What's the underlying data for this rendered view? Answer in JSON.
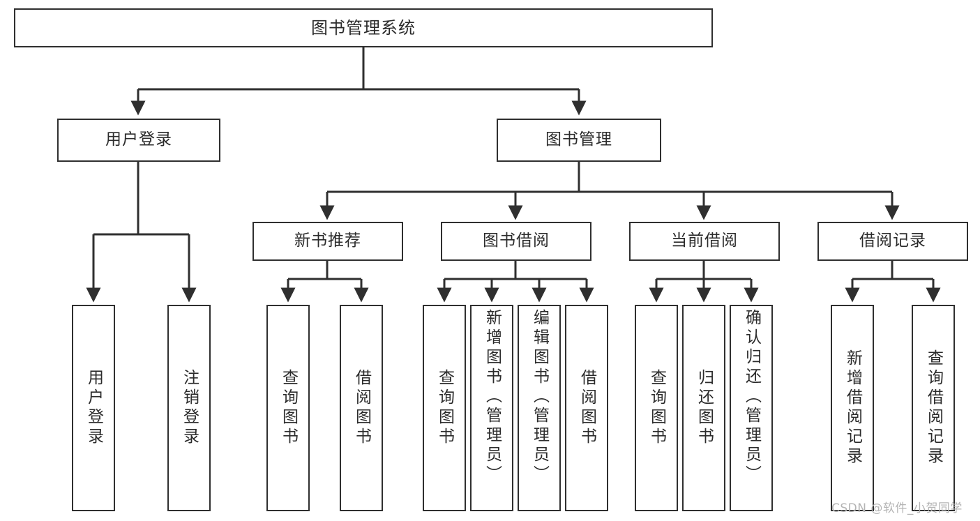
{
  "diagram": {
    "title": "图书管理系统",
    "type": "功能结构图",
    "stroke_color": "#2f2f2f",
    "text_color": "#2b2b2b",
    "background_color": "#ffffff",
    "root": {
      "label": "图书管理系统"
    },
    "level2": [
      {
        "id": "user-login",
        "label": "用户登录"
      },
      {
        "id": "book-manage",
        "label": "图书管理"
      }
    ],
    "level3": [
      {
        "id": "new-book-recommend",
        "label": "新书推荐",
        "parent": "book-manage"
      },
      {
        "id": "book-borrow",
        "label": "图书借阅",
        "parent": "book-manage"
      },
      {
        "id": "current-borrow",
        "label": "当前借阅",
        "parent": "book-manage"
      },
      {
        "id": "borrow-record",
        "label": "借阅记录",
        "parent": "book-manage"
      }
    ],
    "leaves": {
      "user-login": [
        {
          "id": "leaf-user-login",
          "label": "用户登录"
        },
        {
          "id": "leaf-logout",
          "label": "注销登录"
        }
      ],
      "new-book-recommend": [
        {
          "id": "leaf-query-book-1",
          "label": "查询图书"
        },
        {
          "id": "leaf-borrow-book-1",
          "label": "借阅图书"
        }
      ],
      "book-borrow": [
        {
          "id": "leaf-query-book-2",
          "label": "查询图书"
        },
        {
          "id": "leaf-add-book",
          "label": "新增图书（管理员）"
        },
        {
          "id": "leaf-edit-book",
          "label": "编辑图书（管理员）"
        },
        {
          "id": "leaf-borrow-book-2",
          "label": "借阅图书"
        }
      ],
      "current-borrow": [
        {
          "id": "leaf-query-book-3",
          "label": "查询图书"
        },
        {
          "id": "leaf-return-book",
          "label": "归还图书"
        },
        {
          "id": "leaf-confirm-return",
          "label": "确认归还（管理员）"
        }
      ],
      "borrow-record": [
        {
          "id": "leaf-add-record",
          "label": "新增借阅记录"
        },
        {
          "id": "leaf-query-record",
          "label": "查询借阅记录"
        }
      ]
    },
    "watermark": "CSDN @软件_小贺同学"
  }
}
